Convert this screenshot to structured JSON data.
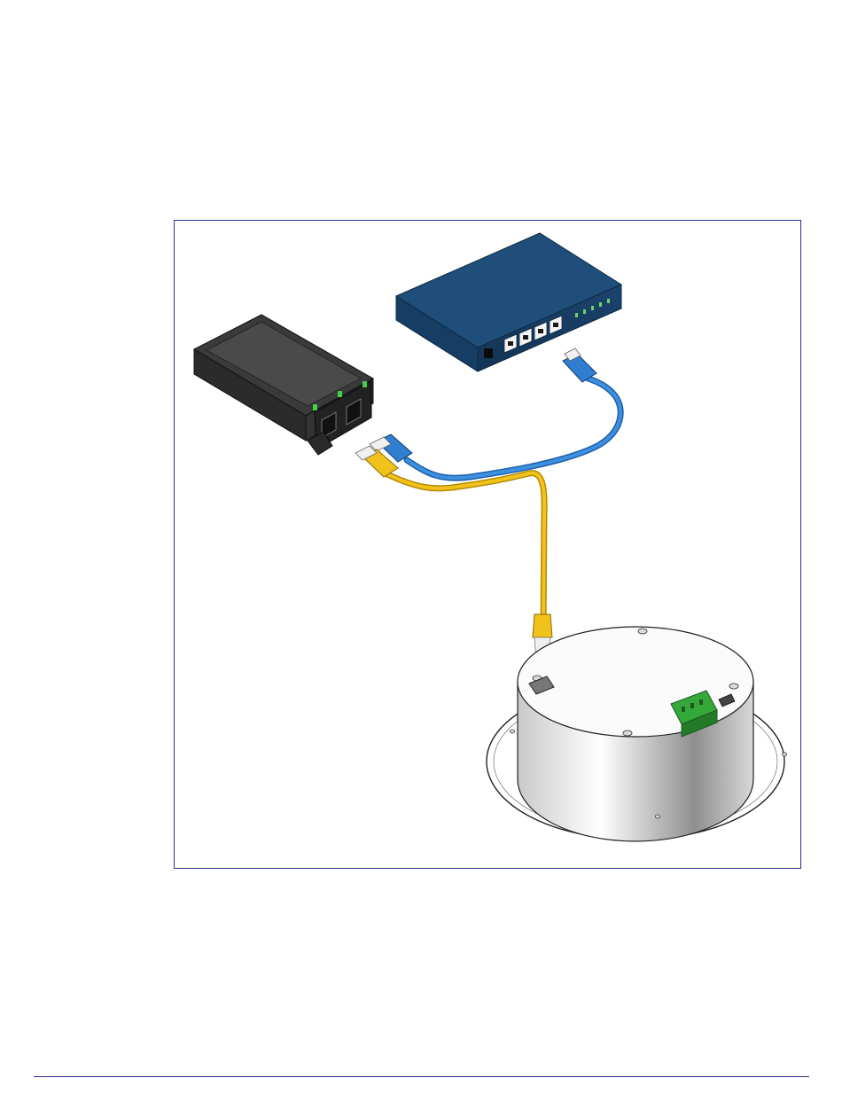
{
  "figure": {
    "frame_color": "#2b2f8f",
    "components": [
      {
        "name": "poe-injector",
        "color": "#3a3a3a",
        "indicator_color": "#3fd14a"
      },
      {
        "name": "network-switch",
        "color": "#1f4e7a"
      },
      {
        "name": "ceiling-speaker",
        "color": "#e9e9e9",
        "terminal_color": "#35a83a"
      }
    ],
    "cables": [
      {
        "name": "blue-ethernet-cable",
        "color": "#3d8fe0"
      },
      {
        "name": "yellow-ethernet-cable",
        "color": "#f2c21c"
      }
    ]
  },
  "footer": {
    "rule_color": "#2b2f8f"
  }
}
